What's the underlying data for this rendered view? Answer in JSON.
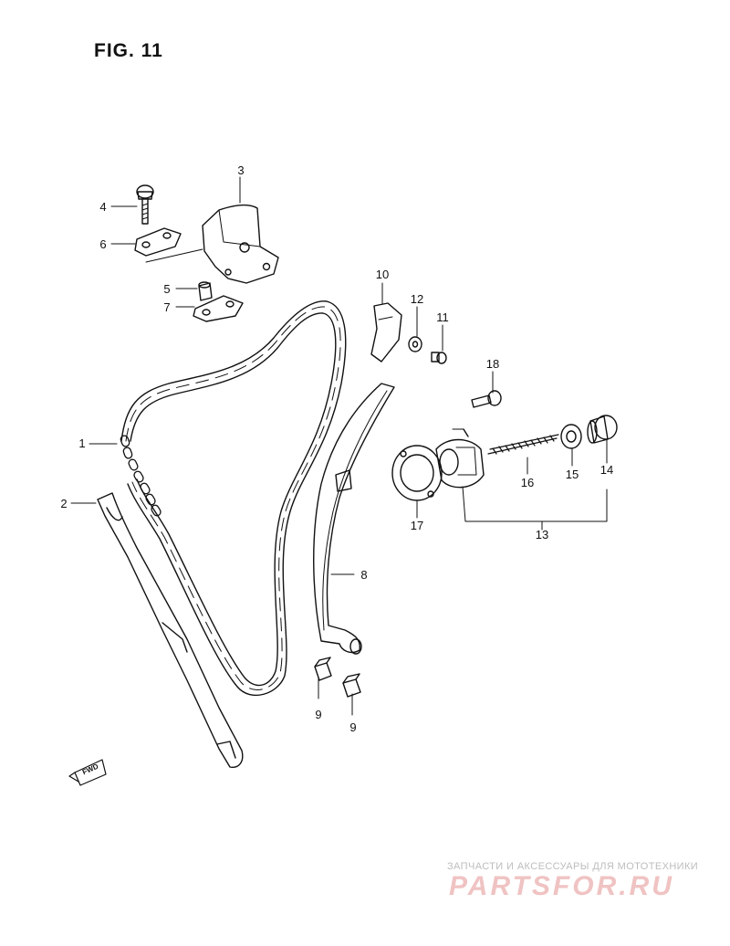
{
  "figure": {
    "title": "FIG. 11"
  },
  "callouts": {
    "c1": "1",
    "c2": "2",
    "c3": "3",
    "c4": "4",
    "c5": "5",
    "c6": "6",
    "c7": "7",
    "c8": "8",
    "c9a": "9",
    "c9b": "9",
    "c10": "10",
    "c11": "11",
    "c12": "12",
    "c13": "13",
    "c14": "14",
    "c15": "15",
    "c16": "16",
    "c17": "17",
    "c18": "18"
  },
  "direction_marker": {
    "label": "FWD",
    "icon": "forward-arrow-icon"
  },
  "watermark": {
    "line1": "ЗАПЧАСТИ И АКСЕССУАРЫ ДЛЯ МОТОТЕХНИКИ",
    "line2": "PARTSFOR.RU",
    "colors": {
      "line1": "#bdbdbd",
      "line2": "#f0c3c3"
    }
  }
}
